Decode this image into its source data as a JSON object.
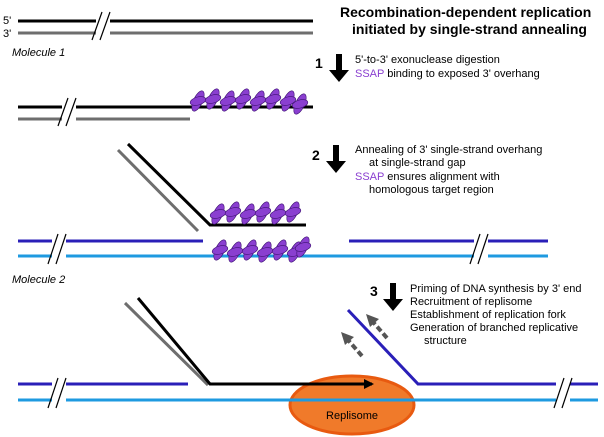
{
  "title": {
    "line1": "Recombination-dependent replication",
    "line2": "initiated by single-strand annealing"
  },
  "strand_labels": {
    "five_prime": "5'",
    "three_prime": "3'"
  },
  "molecules": {
    "m1": "Molecule 1",
    "m2": "Molecule 2"
  },
  "steps": [
    {
      "number": "1",
      "lines": [
        {
          "text": "5'-to-3' exonuclease digestion",
          "highlight": ""
        },
        {
          "highlight": "SSAP",
          "text": " binding to exposed 3' overhang"
        }
      ]
    },
    {
      "number": "2",
      "lines": [
        {
          "text": "Annealing of 3' single-strand overhang",
          "highlight": ""
        },
        {
          "text": "at single-strand gap",
          "highlight": ""
        },
        {
          "highlight": "SSAP",
          "text": " ensures alignment with"
        },
        {
          "text": "homologous target region",
          "highlight": ""
        }
      ]
    },
    {
      "number": "3",
      "lines": [
        {
          "text": "Priming of DNA synthesis by 3' end",
          "highlight": ""
        },
        {
          "text": "Recruitment of replisome",
          "highlight": ""
        },
        {
          "text": "Establishment of replication fork",
          "highlight": ""
        },
        {
          "text": "Generation of branched replicative",
          "highlight": ""
        },
        {
          "text": "structure",
          "highlight": ""
        }
      ]
    }
  ],
  "replisome_label": "Replisome",
  "colors": {
    "black_strand": "#000000",
    "grey_strand": "#6e6e6e",
    "navy_strand": "#2a1fb8",
    "blue_strand": "#1e9ae0",
    "ssap_purple": "#8a3fd0",
    "replisome_fill": "#f07a2a",
    "replisome_stroke": "#e85a10",
    "dashed_arrow": "#555555"
  }
}
